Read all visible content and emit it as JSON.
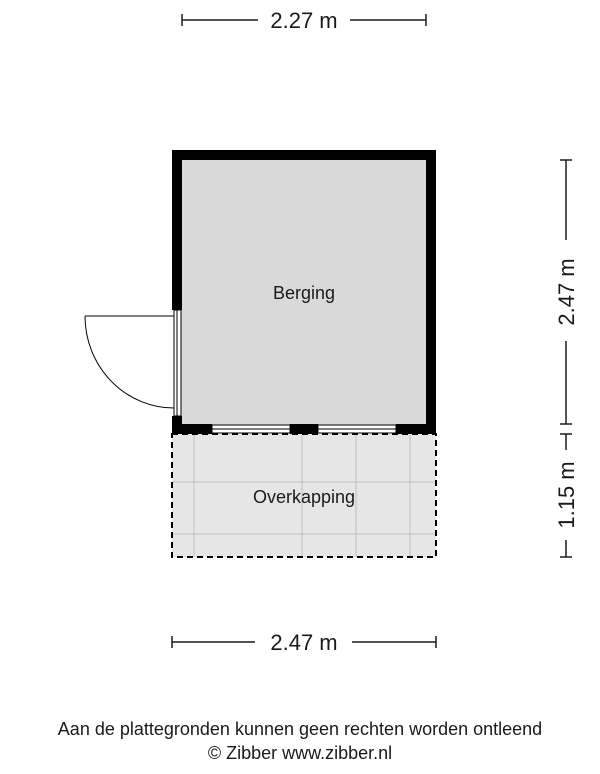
{
  "dimensions": {
    "top_width": "2.27 m",
    "bottom_width": "2.47 m",
    "right_height_berging": "2.47 m",
    "right_height_overkapping": "1.15 m"
  },
  "rooms": {
    "berging": "Berging",
    "overkapping": "Overkapping"
  },
  "footer": {
    "disclaimer": "Aan de plattegronden kunnen geen rechten worden ontleend",
    "copyright": "© Zibber www.zibber.nl"
  },
  "colors": {
    "wall": "#000000",
    "floor": "#d9d9d9",
    "overkapping_floor": "#e6e6e6",
    "grid": "#bdbdbd",
    "line": "#1a1a1a"
  }
}
